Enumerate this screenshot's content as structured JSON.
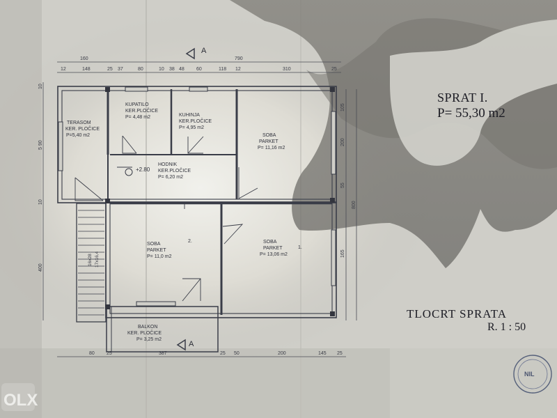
{
  "sheet": {
    "title": "SPRAT I.",
    "area": "P= 55,30 m2",
    "drawing_title": "TLOCRT SPRATA",
    "scale": "R. 1 : 50"
  },
  "section_marker": "A",
  "level_marker": "+2.80",
  "rooms": [
    {
      "name": "TERASOM",
      "finish": "KER. PLOČICE",
      "area": "P=5,40 m2"
    },
    {
      "name": "KUPATILO",
      "finish": "KER.PLOČICE",
      "area": "P= 4,48 m2"
    },
    {
      "name": "KUHINJA",
      "finish": "KER.PLOČICE",
      "area": "P= 4,95 m2"
    },
    {
      "name": "SOBA",
      "finish": "PARKET",
      "area": "P= 11,16 m2"
    },
    {
      "name": "HODNIK",
      "finish": "KER.PLOČICE",
      "area": "P= 6,20 m2"
    },
    {
      "name": "SOBA",
      "finish": "PARKET",
      "area": "P= 11,0 m2"
    },
    {
      "name": "SOBA",
      "finish": "PARKET",
      "area": "P= 13,06 m2"
    },
    {
      "name": "BALKON",
      "finish": "KER. PLOČICE",
      "area": "P= 3,25 m2"
    }
  ],
  "room_numbers": [
    "2.",
    "1."
  ],
  "dimensions_top_outer": [
    "160",
    "790"
  ],
  "dimensions_top_inner": [
    "12",
    "148",
    "25",
    "37",
    "80",
    "10",
    "38",
    "48",
    "60",
    "118",
    "12",
    "310",
    "25"
  ],
  "dimensions_bottom": [
    "80",
    "25",
    "387",
    "25",
    "50",
    "200",
    "145",
    "25"
  ],
  "dimensions_left": [
    "10",
    "5 90",
    "10",
    "400"
  ],
  "dimensions_right": [
    "105",
    "200",
    "55",
    "165",
    "800"
  ],
  "stair_labels": [
    "16x28",
    "17x16,4"
  ],
  "stamp_text": "NIL",
  "olx_logo": "OLX",
  "colors": {
    "paper": "#d4d3cd",
    "shadow": "#8d8c87",
    "ink": "#3a3d48",
    "title_ink": "#1c1c24"
  }
}
